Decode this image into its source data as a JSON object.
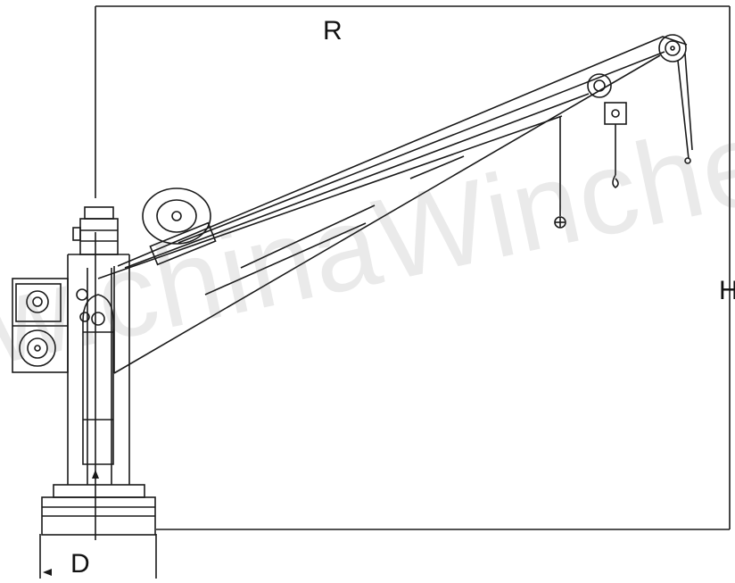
{
  "diagram": {
    "dimension_labels": {
      "reach": "R",
      "height": "H",
      "base_diameter": "D"
    },
    "watermark_text": "w.chinaWinches",
    "colors": {
      "line": "#1a1a1a",
      "watermark": "#8a8a8a",
      "background": "#ffffff"
    }
  }
}
